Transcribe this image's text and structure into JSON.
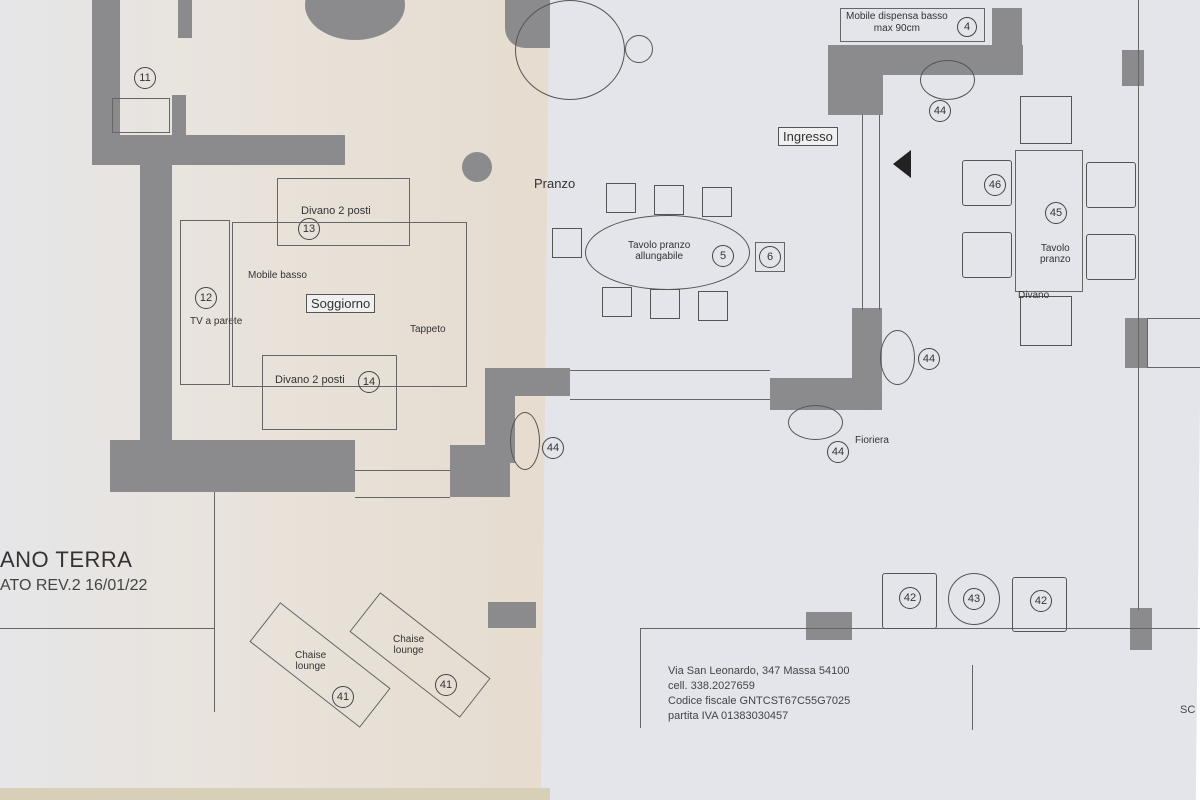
{
  "plan": {
    "title": "ANO TERRA",
    "revision": "ATO REV.2 16/01/22",
    "rooms": {
      "soggiorno": "Soggiorno",
      "pranzo": "Pranzo",
      "ingresso": "Ingresso"
    },
    "items": {
      "mobile_dispensa": "Mobile dispensa basso",
      "mobile_dispensa_max": "max 90cm",
      "divano_top": "Divano 2 posti",
      "divano_bottom": "Divano 2 posti",
      "mobile_basso": "Mobile basso",
      "tv": "TV a parete",
      "tappeto": "Tappeto",
      "tavolo_pranzo": "Tavolo pranzo",
      "allungabile": "allungabile",
      "tavolo_pranzo_2": "Tavolo",
      "tavolo_pranzo_2b": "pranzo",
      "divano": "Divano",
      "fioriera": "Fioriera",
      "chaise1": "Chaise",
      "chaise1b": "lounge",
      "chaise2": "Chaise",
      "chaise2b": "lounge"
    },
    "numbers": {
      "n11": "11",
      "n13": "13",
      "n12": "12",
      "n14": "14",
      "n4": "4",
      "n5": "5",
      "n6": "6",
      "n44a": "44",
      "n44b": "44",
      "n44c": "44",
      "n44d": "44",
      "n45": "45",
      "n46": "46",
      "n42a": "42",
      "n43": "43",
      "n42b": "42",
      "n41a": "41",
      "n41b": "41"
    },
    "info": {
      "address": "Via San Leonardo, 347 Massa 54100",
      "phone": "cell. 338.2027659",
      "cf": "Codice fiscale GNTCST67C55G7025",
      "piva": "partita IVA 01383030457",
      "sc": "SC"
    }
  }
}
